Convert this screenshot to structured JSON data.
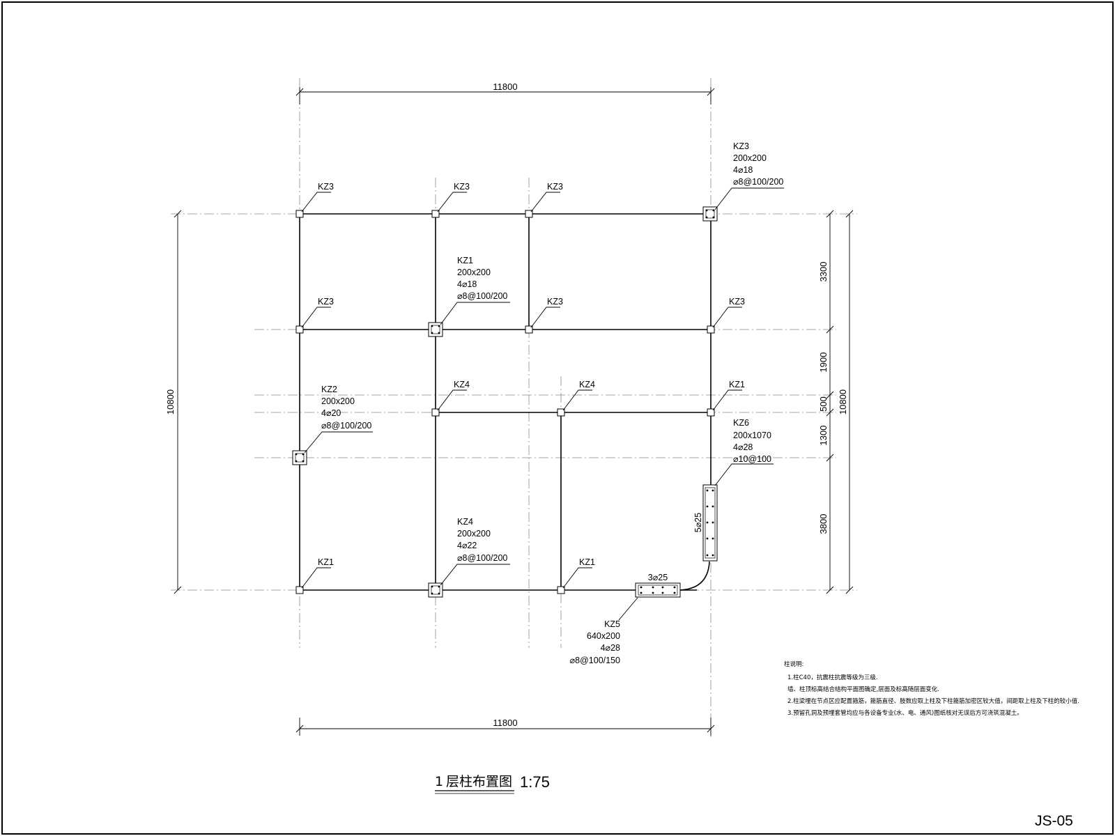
{
  "drawing": {
    "title_number": "1",
    "title_text": "层柱布置图",
    "scale": "1:75",
    "sheet_no": "JS-05"
  },
  "dimensions": {
    "top_width": "11800",
    "bottom_width": "11800",
    "left_height": "10800",
    "right_total": "10800",
    "right_segments": [
      "3300",
      "1900",
      "500",
      "1300",
      "3800"
    ]
  },
  "column_tags": {
    "kz3_r1c1": "KZ3",
    "kz3_r1c2": "KZ3",
    "kz3_r1c3": "KZ3",
    "kz3_r2c1": "KZ3",
    "kz3_r2c3": "KZ3",
    "kz3_r2c4": "KZ3",
    "kz4_r3c2": "KZ4",
    "kz4_r3c3": "KZ4",
    "kz1_r3c4": "KZ1",
    "kz1_r5c1": "KZ1",
    "kz1_r5c3": "KZ1"
  },
  "column_specs": {
    "kz3": [
      "KZ3",
      "200x200",
      "4⌀18",
      "⌀8@100/200"
    ],
    "kz1": [
      "KZ1",
      "200x200",
      "4⌀18",
      "⌀8@100/200"
    ],
    "kz2": [
      "KZ2",
      "200x200",
      "4⌀20",
      "⌀8@100/200"
    ],
    "kz6": [
      "KZ6",
      "200x1070",
      "4⌀28",
      "⌀10@100"
    ],
    "kz4": [
      "KZ4",
      "200x200",
      "4⌀22",
      "⌀8@100/200"
    ],
    "kz5": [
      "KZ5",
      "640x200",
      "4⌀28",
      "⌀8@100/150"
    ]
  },
  "rebar_labels": {
    "kz6_side": "5⌀25",
    "kz5_top": "3⌀25"
  },
  "notes": {
    "heading": "柱说明:",
    "lines": [
      "1.柱C40，抗震柱抗震等级为三级.",
      "   墙、柱顶标高结合结构平面图确定,层面及标高随层面变化.",
      "2.柱梁埋在节点区应配置箍筋，箍筋直径、肢数应取上柱及下柱箍筋加密区较大值，间距取上柱及下柱的较小值.",
      "3.预留孔洞及预埋套管均应与各设备专业(水、电、通风)图纸核对无误后方可浇筑混凝土。"
    ]
  }
}
